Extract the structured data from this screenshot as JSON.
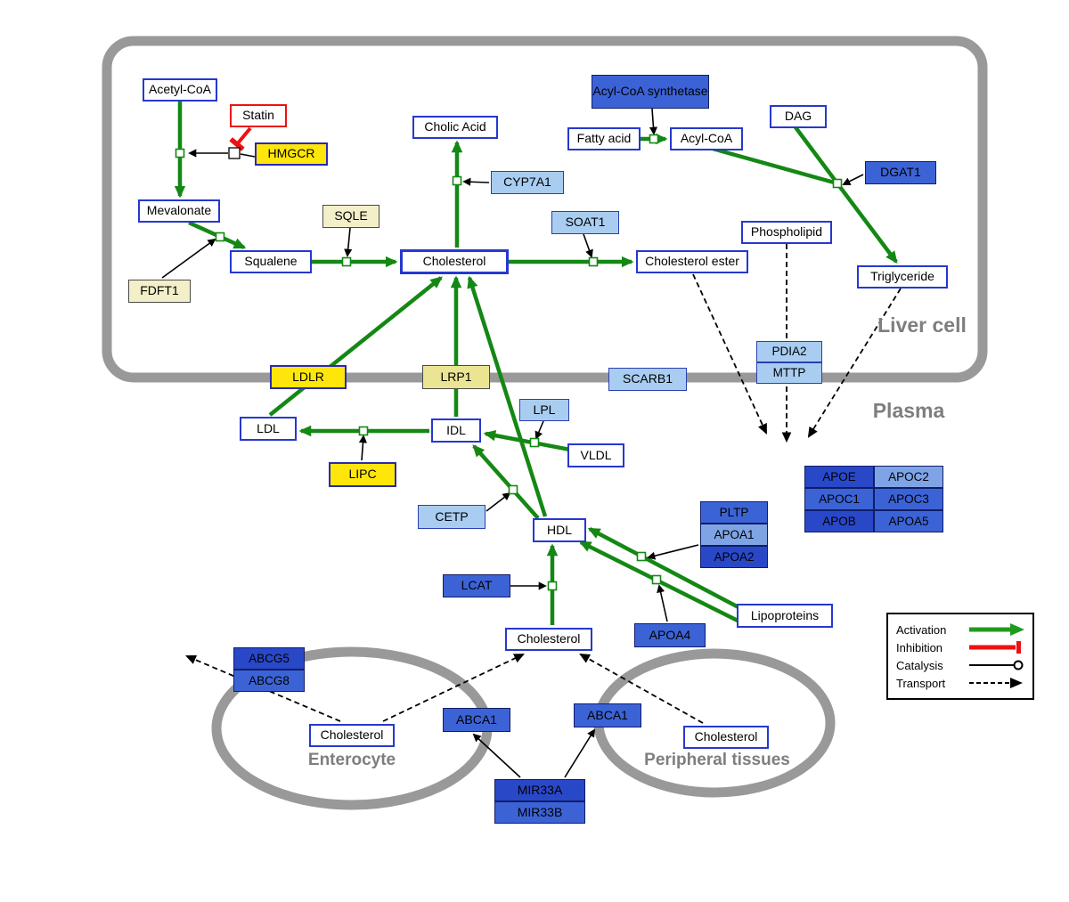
{
  "regions": {
    "liver_cell": "Liver cell",
    "plasma": "Plasma",
    "enterocyte": "Enterocyte",
    "peripheral_tissues": "Peripheral tissues"
  },
  "nodes": {
    "acetyl_coa": "Acetyl-CoA",
    "statin": "Statin",
    "hmgcr": "HMGCR",
    "mevalonate": "Mevalonate",
    "fdft1": "FDFT1",
    "squalene": "Squalene",
    "sqle": "SQLE",
    "cholesterol_liver": "Cholesterol",
    "cholic_acid": "Cholic Acid",
    "cyp7a1": "CYP7A1",
    "soat1": "SOAT1",
    "cholesterol_ester": "Cholesterol ester",
    "acyl_coa_synthetase": "Acyl-CoA synthetase",
    "fatty_acid": "Fatty acid",
    "acyl_coa": "Acyl-CoA",
    "dag": "DAG",
    "dgat1": "DGAT1",
    "phospholipid": "Phospholipid",
    "triglyceride": "Triglyceride",
    "pdia2": "PDIA2",
    "mttp": "MTTP",
    "ldlr": "LDLR",
    "lrp1": "LRP1",
    "scarb1": "SCARB1",
    "ldl": "LDL",
    "idl": "IDL",
    "lpl": "LPL",
    "vldl": "VLDL",
    "lipc": "LIPC",
    "cetp": "CETP",
    "hdl": "HDL",
    "pltp": "PLTP",
    "apoa1": "APOA1",
    "apoa2": "APOA2",
    "apoe": "APOE",
    "apoc2": "APOC2",
    "apoc1": "APOC1",
    "apoc3": "APOC3",
    "apob": "APOB",
    "apoa5": "APOA5",
    "lcat": "LCAT",
    "apoa4": "APOA4",
    "lipoproteins": "Lipoproteins",
    "cholesterol_plasma": "Cholesterol",
    "abcg5": "ABCG5",
    "abcg8": "ABCG8",
    "cholesterol_enterocyte": "Cholesterol",
    "abca1_left": "ABCA1",
    "abca1_right": "ABCA1",
    "cholesterol_peripheral": "Cholesterol",
    "mir33a": "MIR33A",
    "mir33b": "MIR33B"
  },
  "legend": {
    "activation": "Activation",
    "inhibition": "Inhibition",
    "catalysis": "Catalysis",
    "transport": "Transport"
  },
  "colors": {
    "activation_green": "#148814",
    "inhibition_red": "#ee1111",
    "membrane_gray": "#999999",
    "node_blue_border": "#2638cf",
    "yellow_node": "#ffe60a",
    "pale_yellow_node": "#f3efc8",
    "light_blue_node": "#a9cdf1",
    "medium_blue_node": "#3c63d6",
    "dark_blue_node": "#2948c8"
  }
}
